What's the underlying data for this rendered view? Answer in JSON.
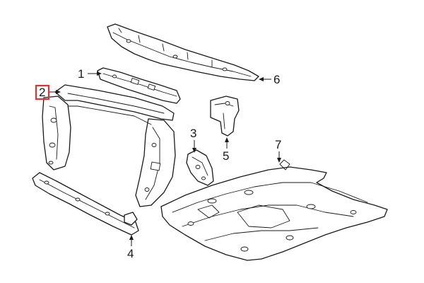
{
  "callouts": [
    {
      "id": "1",
      "label": "1",
      "highlighted": false
    },
    {
      "id": "2",
      "label": "2",
      "highlighted": true
    },
    {
      "id": "3",
      "label": "3",
      "highlighted": false
    },
    {
      "id": "4",
      "label": "4",
      "highlighted": false
    },
    {
      "id": "5",
      "label": "5",
      "highlighted": false
    },
    {
      "id": "6",
      "label": "6",
      "highlighted": false
    },
    {
      "id": "7",
      "label": "7",
      "highlighted": false
    }
  ],
  "colors": {
    "line": "#1a1a1a",
    "highlight": "#d9343a",
    "background": "#ffffff"
  }
}
